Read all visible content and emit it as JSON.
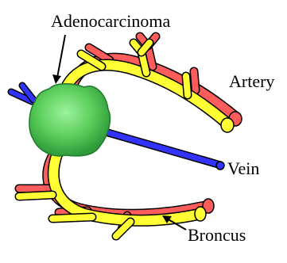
{
  "labels": {
    "tumor": "Adenocarcinoma",
    "artery": "Artery",
    "vein": "Vein",
    "bronchus": "Broncus"
  },
  "colors": {
    "artery": "#ff5c5c",
    "artery_dark": "#d83a3a",
    "bronchus": "#ffff33",
    "bronchus_dark": "#b8a400",
    "vein": "#3333ff",
    "vein_dark": "#1a1acc",
    "tumor_light": "#7ee07e",
    "tumor_dark": "#2e9a3a",
    "outline": "#000000"
  }
}
